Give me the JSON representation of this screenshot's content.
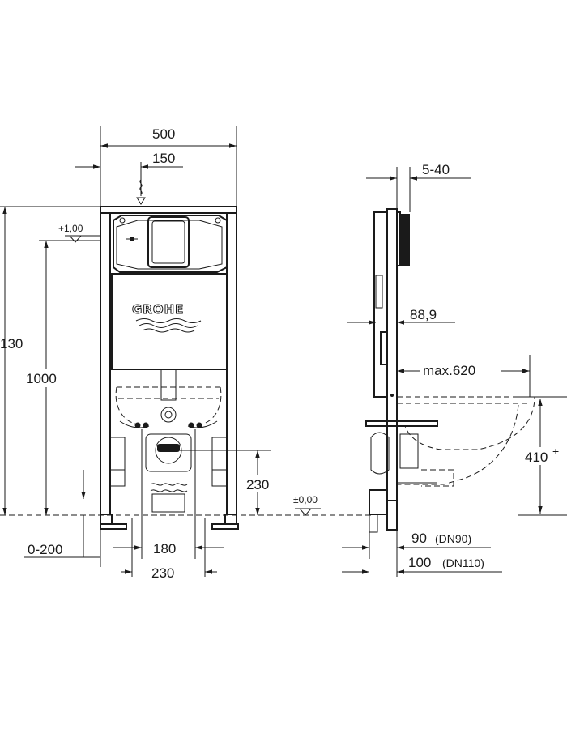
{
  "front_view": {
    "width": "500",
    "inlet_offset": "150",
    "level_top": "+1,00",
    "total_height": "130",
    "height_to_level": "1000",
    "drain_height": "230",
    "foot_adjust": "0-200",
    "drain_spacing_inner": "180",
    "drain_spacing_outer": "230",
    "brand_logo": "GROHE"
  },
  "side_view": {
    "wall_depth": "5-40",
    "pipe_dia": "88,9",
    "bowl_projection": "max.620",
    "level_floor": "±0,00",
    "seat_height": "410",
    "seat_height_suffix": "+",
    "drain_90": "90",
    "drain_90_dn": "(DN90)",
    "drain_100": "100",
    "drain_100_dn": "(DN110)"
  }
}
